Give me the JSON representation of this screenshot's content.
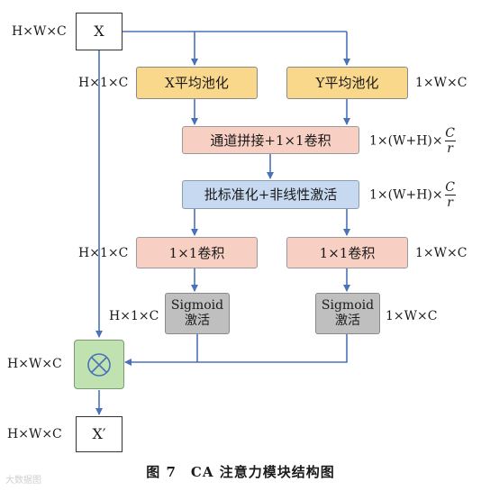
{
  "nodes": {
    "input": "X",
    "x_pool": "X平均池化",
    "y_pool": "Y平均池化",
    "concat_conv": "通道拼接+1×1卷积",
    "bn_act": "批标准化+非线性激活",
    "conv_left": "1×1卷积",
    "conv_right": "1×1卷积",
    "sig_left_1": "Sigmoid",
    "sig_left_2": "激活",
    "sig_right_1": "Sigmoid",
    "sig_right_2": "激活",
    "output": "X′"
  },
  "labels": {
    "input_dim": "H×W×C",
    "x_pool_dim": "H×1×C",
    "y_pool_dim": "1×W×C",
    "concat_dim_prefix": "1×(W+H)×",
    "concat_dim_num": "C",
    "concat_dim_den": "r",
    "bn_dim_prefix": "1×(W+H)×",
    "bn_dim_num": "C",
    "bn_dim_den": "r",
    "conv_left_dim": "H×1×C",
    "conv_right_dim": "1×W×C",
    "sig_left_dim": "H×1×C",
    "sig_right_dim": "1×W×C",
    "mult_dim": "H×W×C",
    "output_dim": "H×W×C"
  },
  "caption": "图 7　CA 注意力模块结构图",
  "watermark": "大数据图",
  "colors": {
    "line": "#4a72b8",
    "yellow": "#f9d88c",
    "pink": "#f8cfc3",
    "blue": "#c6d9f0",
    "gray": "#bfbfbf",
    "green": "#bfe2b0"
  }
}
